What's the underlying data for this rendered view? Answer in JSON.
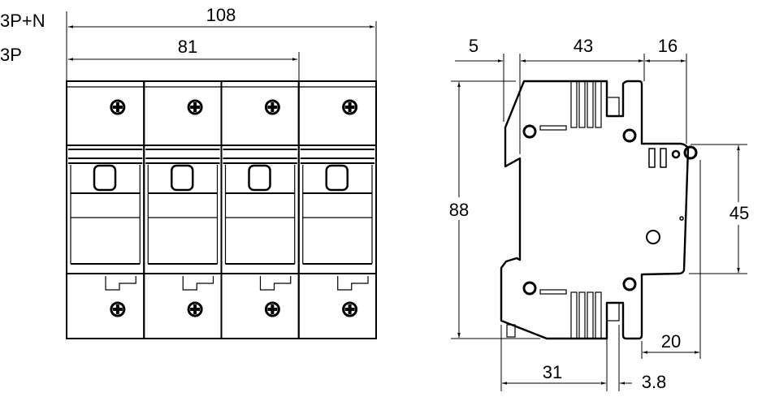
{
  "front_view": {
    "variant_labels": [
      "3P+N",
      "3P"
    ],
    "width_3pn": "108",
    "width_3p": "81",
    "pole_count": 4
  },
  "side_view": {
    "dim_rail_offset": "5",
    "dim_body_depth": "43",
    "dim_front_depth": "16",
    "dim_height": "88",
    "dim_front_height": "45",
    "dim_front_offset": "20",
    "dim_rail_to_terminal": "31",
    "dim_terminal": "3.8"
  }
}
